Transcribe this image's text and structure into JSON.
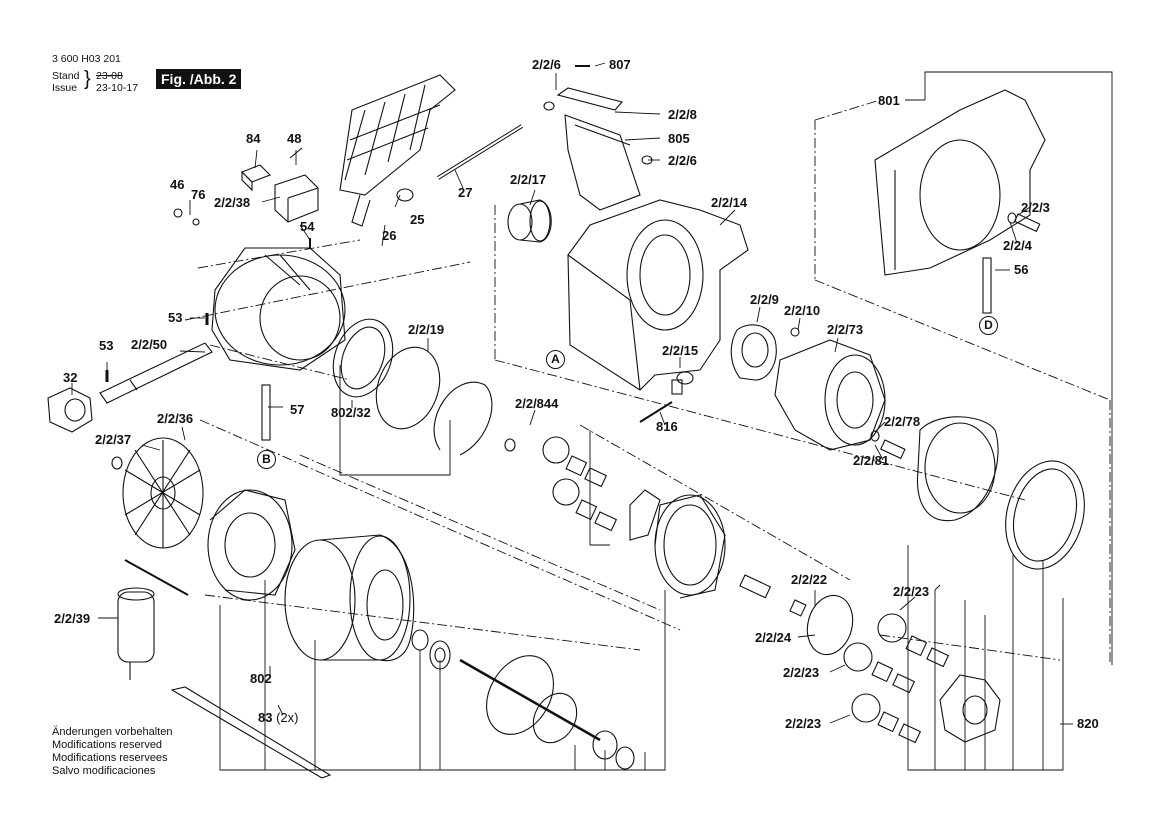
{
  "header": {
    "doc_number": "3 600 H03 201",
    "stand_label": "Stand",
    "stand_date": "23-08",
    "issue_label": "Issue",
    "issue_date": "23-10-17",
    "figure_label": "Fig. /Abb. 2"
  },
  "callouts": {
    "p84": "84",
    "p48": "48",
    "p46": "46",
    "p76": "76",
    "p2238": "2/2/38",
    "p54": "54",
    "p26": "26",
    "p25": "25",
    "p27": "27",
    "p53a": "53",
    "p53b": "53",
    "p2250": "2/2/50",
    "p32": "32",
    "p57": "57",
    "p22319": "2/2/19",
    "p80232": "802/32",
    "p2236": "2/2/36",
    "p2237": "2/2/37",
    "p2239": "2/2/39",
    "p802": "802",
    "p83": "83",
    "p83_qty": "(2x)",
    "p226a": "2/2/6",
    "p807": "807",
    "p228": "2/2/8",
    "p805": "805",
    "p226b": "2/2/6",
    "p2217": "2/2/17",
    "p2214": "2/2/14",
    "p2215": "2/2/15",
    "p816": "816",
    "p22844": "2/2/844",
    "p229": "2/2/9",
    "p2210": "2/2/10",
    "p2273": "2/2/73",
    "p2278": "2/2/78",
    "p2281": "2/2/81",
    "p801": "801",
    "p223": "2/2/3",
    "p224": "2/2/4",
    "p56": "56",
    "p2222": "2/2/22",
    "p2224": "2/2/24",
    "p2223a": "2/2/23",
    "p2223b": "2/2/23",
    "p2223c": "2/2/23",
    "p820": "820"
  },
  "refs": {
    "A": "A",
    "B": "B",
    "D": "D"
  },
  "footer": {
    "line1": "Änderungen vorbehalten",
    "line2": "Modifications reserved",
    "line3": "Modifications reservees",
    "line4": "Salvo modificaciones"
  }
}
